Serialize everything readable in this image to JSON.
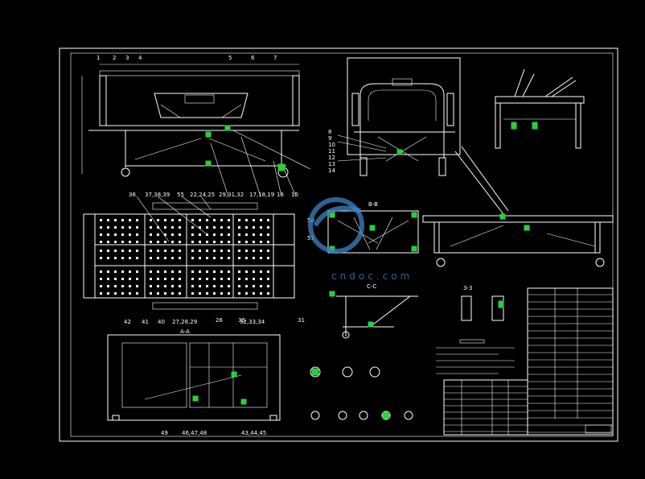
{
  "part_labels_top": [
    "1",
    "2",
    "3",
    "4",
    "5",
    "6",
    "7"
  ],
  "part_labels_mid": [
    "36",
    "37,38,39",
    "55",
    "22,24,25",
    "29,31,32",
    "17,18,19",
    "16",
    "15"
  ],
  "part_labels_bottom": [
    "26",
    "35",
    "31"
  ],
  "part_labels_side": [
    "8",
    "9",
    "10",
    "11",
    "12",
    "13",
    "14"
  ],
  "part_labels_plan": [
    "42",
    "41",
    "40",
    "27,28,29",
    "32,33,34",
    "46,47,48",
    "43,44,45",
    "49"
  ],
  "part_labels_right": [
    "50",
    "51"
  ],
  "section_labels": [
    "A-A",
    "B-B",
    "C-C",
    "3-3"
  ],
  "watermark_text": "cndoc.com",
  "colors": {
    "background": "#000000",
    "lines": "#ffffff",
    "accent": "#2ecc40",
    "watermark": "#3b84c4"
  }
}
